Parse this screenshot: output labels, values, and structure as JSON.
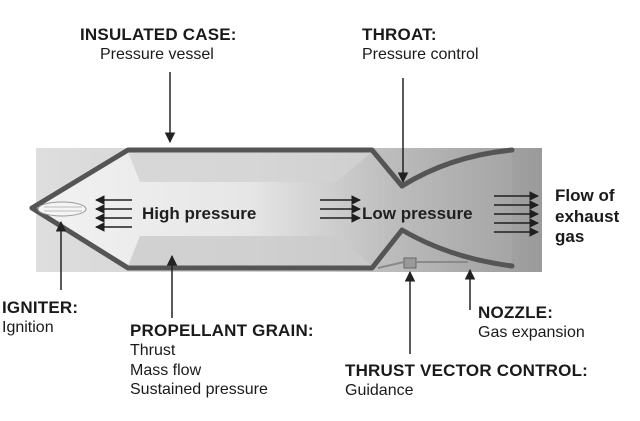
{
  "colors": {
    "casing": "#555555",
    "background_band": "#cfcfcf",
    "text": "#1a1a1a"
  },
  "labels": {
    "insulated_case": {
      "title": "INSULATED CASE:",
      "sub": "Pressure vessel"
    },
    "throat": {
      "title": "THROAT:",
      "sub": "Pressure control"
    },
    "igniter": {
      "title": "IGNITER:",
      "sub": "Ignition"
    },
    "propellant": {
      "title": "PROPELLANT GRAIN:",
      "lines": [
        "Thrust",
        "Mass flow",
        "Sustained pressure"
      ]
    },
    "nozzle": {
      "title": "NOZZLE:",
      "sub": "Gas expansion"
    },
    "tvc": {
      "title": "THRUST VECTOR CONTROL:",
      "sub": "Guidance"
    },
    "flow": [
      "Flow of",
      "exhaust",
      "gas"
    ]
  },
  "chamber": {
    "high_pressure": "High pressure",
    "low_pressure": "Low pressure"
  }
}
